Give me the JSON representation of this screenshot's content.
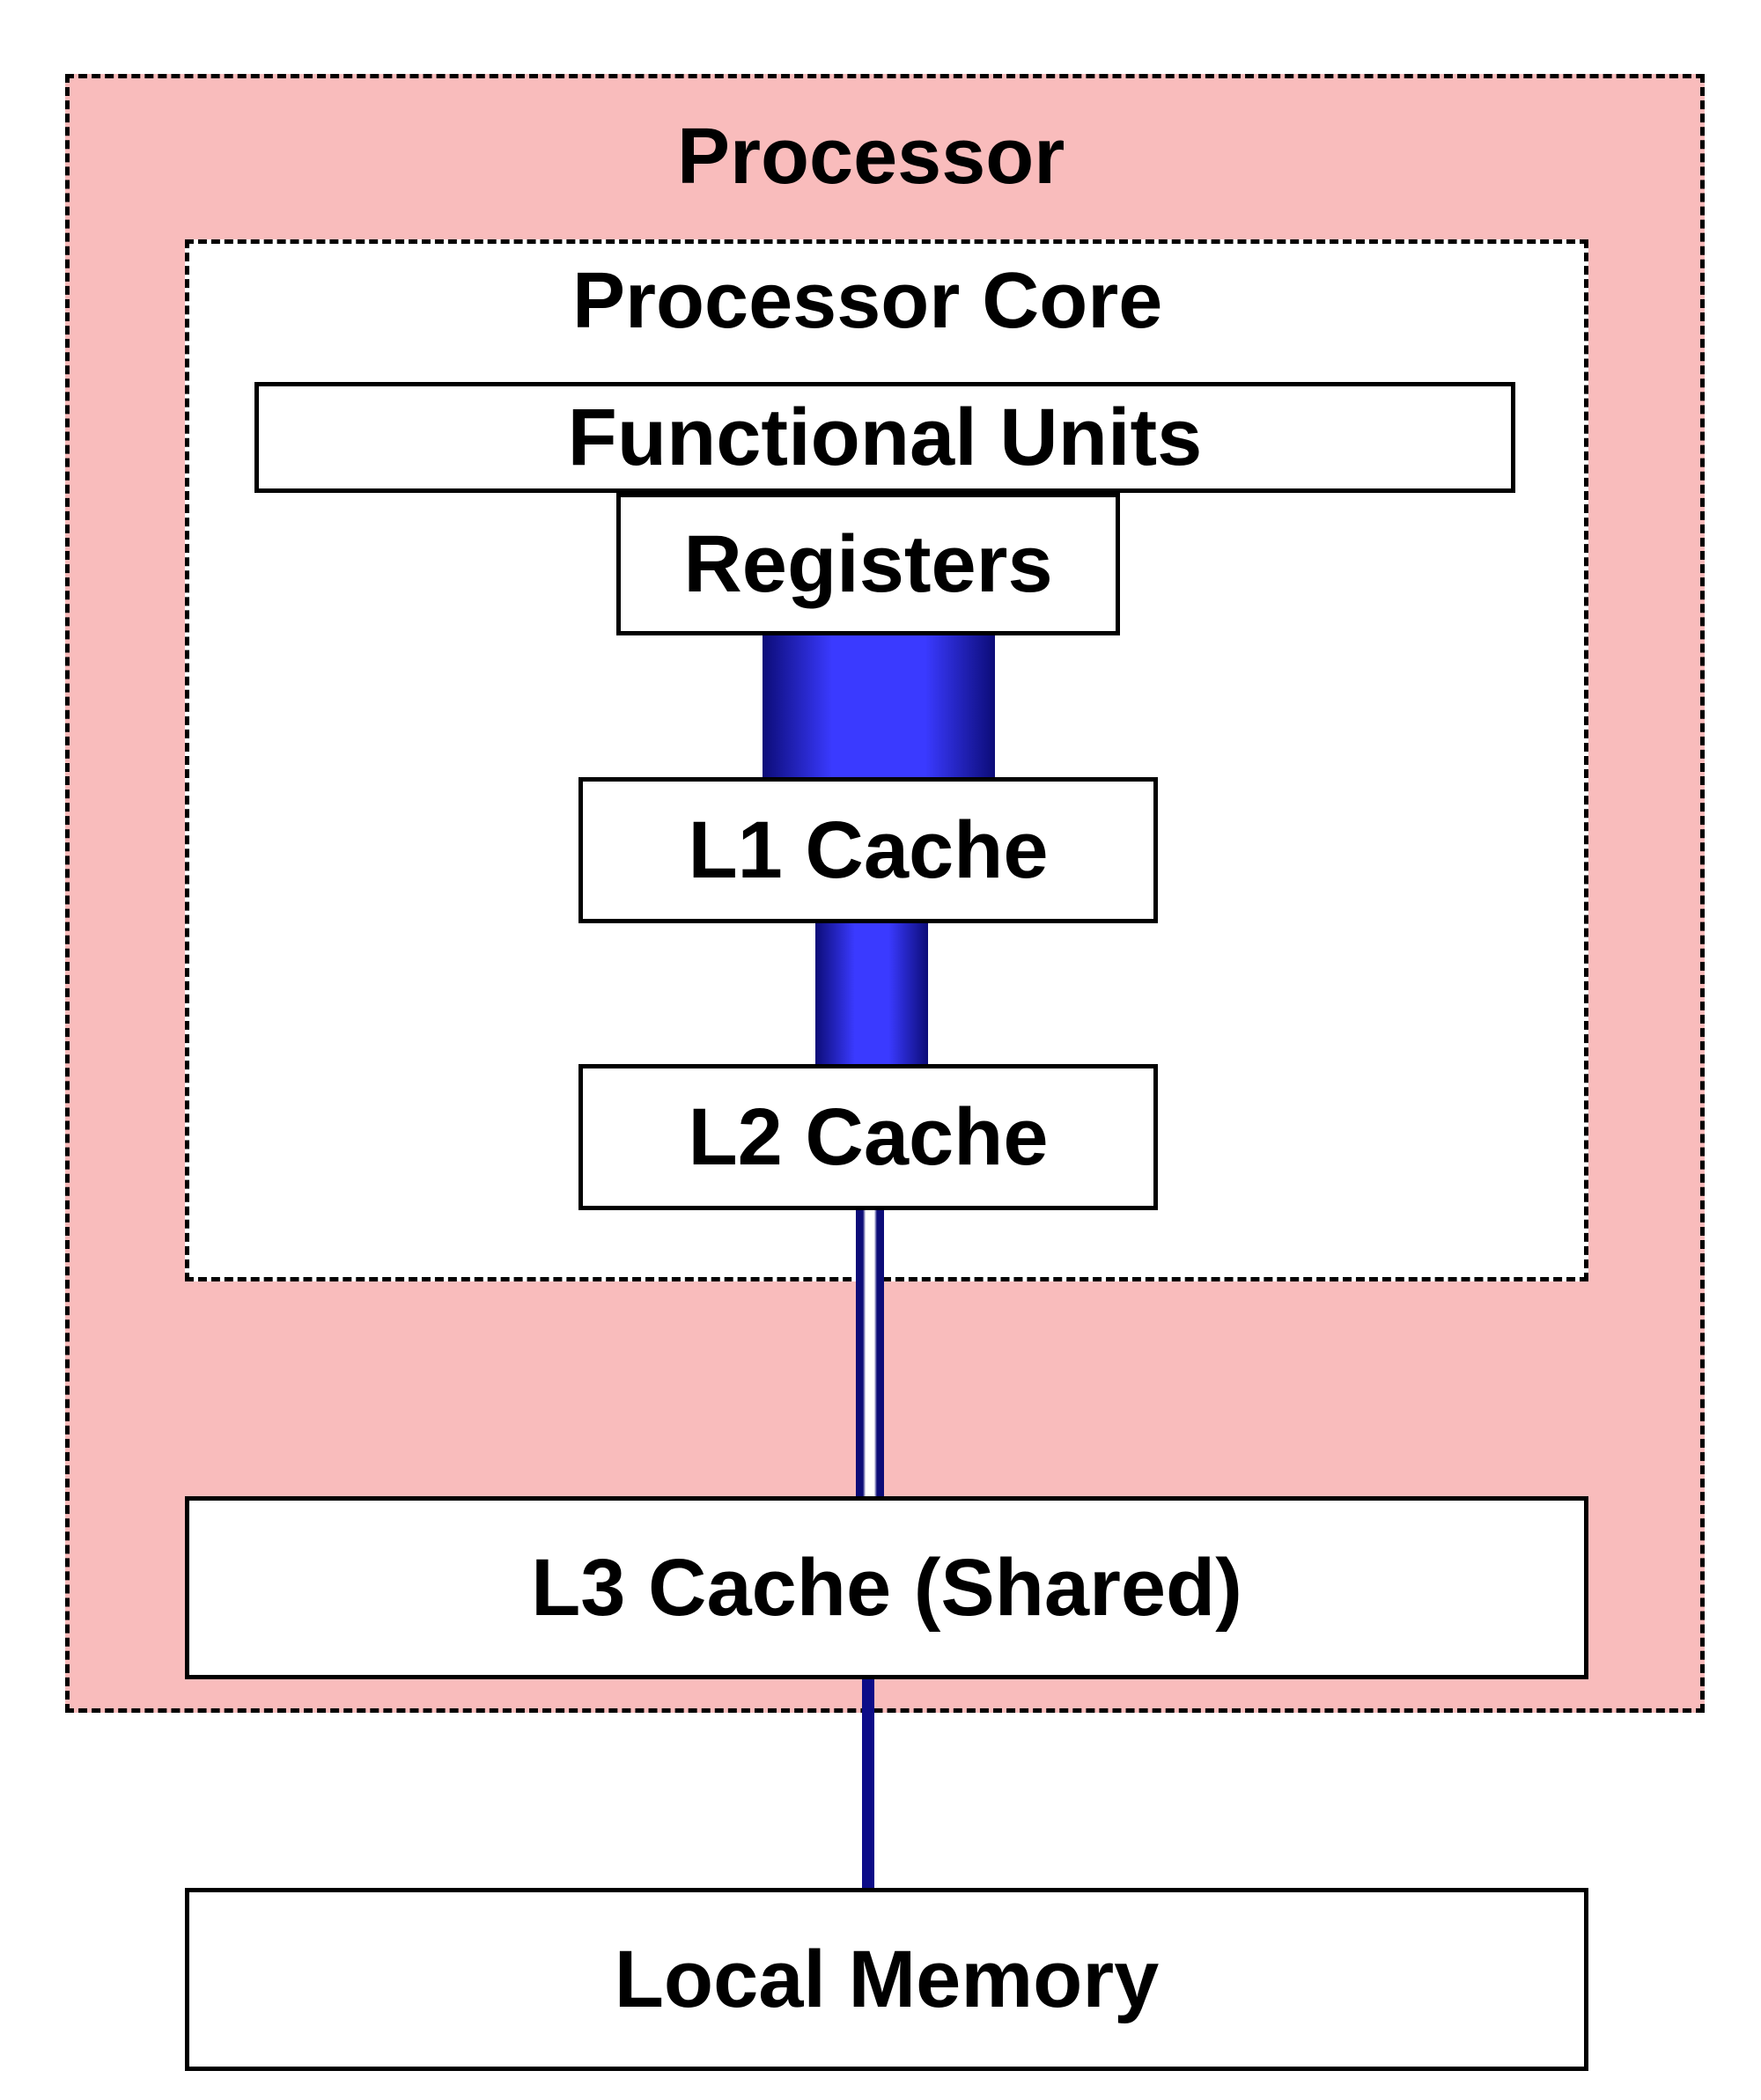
{
  "processor": {
    "label": "Processor"
  },
  "core": {
    "label": "Processor Core"
  },
  "functional_units": {
    "label": "Functional Units"
  },
  "registers": {
    "label": "Registers"
  },
  "l1_cache": {
    "label": "L1 Cache"
  },
  "l2_cache": {
    "label": "L2 Cache"
  },
  "l3_cache": {
    "label": "L3 Cache (Shared)"
  },
  "local_memory": {
    "label": "Local Memory"
  },
  "colors": {
    "processor_fill": "#f9bcbc",
    "bus_blue": "#3a3aff",
    "bus_dark": "#0c0c78",
    "box_fill": "#ffffff",
    "outline": "#000000"
  }
}
